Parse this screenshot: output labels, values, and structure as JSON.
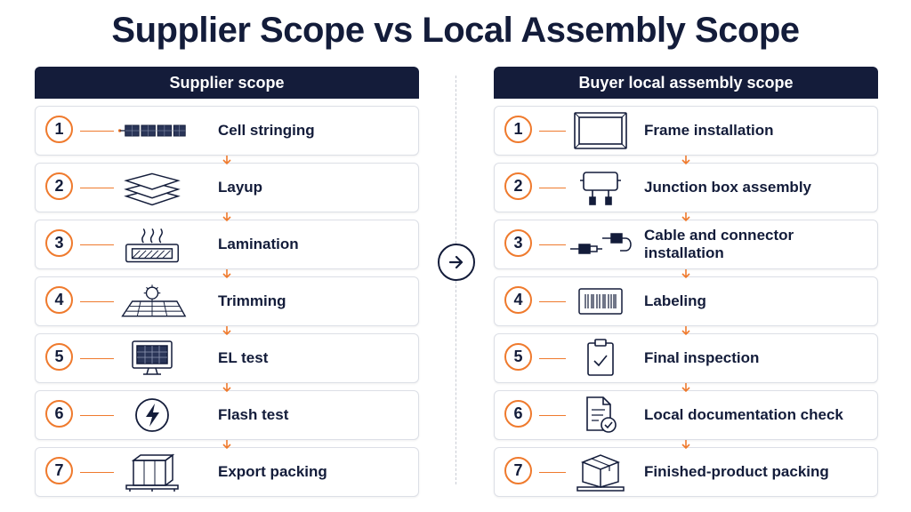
{
  "title": "Supplier Scope vs Local Assembly Scope",
  "left": {
    "header": "Supplier scope",
    "steps": [
      {
        "num": "1",
        "label": "Cell stringing",
        "icon": "cell-string-icon"
      },
      {
        "num": "2",
        "label": "Layup",
        "icon": "layers-icon"
      },
      {
        "num": "3",
        "label": "Lamination",
        "icon": "laminator-icon"
      },
      {
        "num": "4",
        "label": "Trimming",
        "icon": "trimming-saw-icon"
      },
      {
        "num": "5",
        "label": "EL test",
        "icon": "monitor-icon"
      },
      {
        "num": "6",
        "label": "Flash test",
        "icon": "lightning-icon"
      },
      {
        "num": "7",
        "label": "Export packing",
        "icon": "pallet-crate-icon"
      }
    ]
  },
  "right": {
    "header": "Buyer local assembly scope",
    "steps": [
      {
        "num": "1",
        "label": "Frame installation",
        "icon": "frame-icon"
      },
      {
        "num": "2",
        "label": "Junction box assembly",
        "icon": "junction-box-icon"
      },
      {
        "num": "3",
        "label": "Cable and connector installation",
        "icon": "connector-icon"
      },
      {
        "num": "4",
        "label": "Labeling",
        "icon": "barcode-label-icon"
      },
      {
        "num": "5",
        "label": "Final inspection",
        "icon": "clipboard-check-icon"
      },
      {
        "num": "6",
        "label": "Local documentation check",
        "icon": "document-check-icon"
      },
      {
        "num": "7",
        "label": "Finished-product packing",
        "icon": "box-pallet-icon"
      }
    ]
  },
  "colors": {
    "navy": "#141c3a",
    "accent": "#ef7a2d",
    "border": "#dcdfe6"
  }
}
